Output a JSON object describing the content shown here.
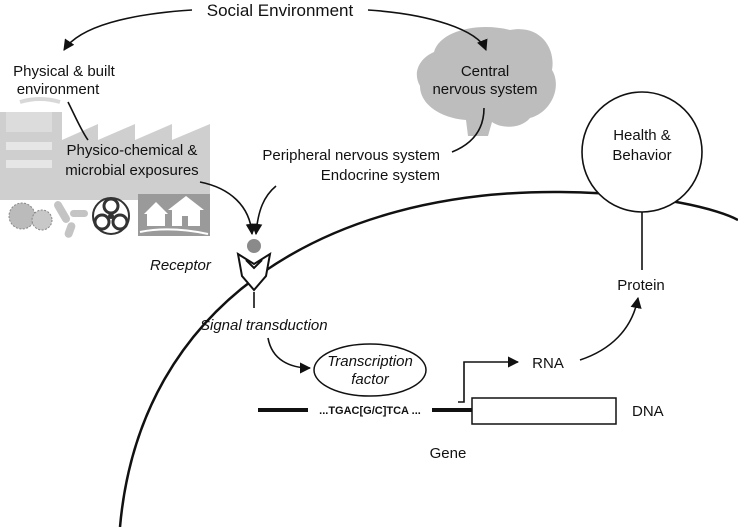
{
  "diagram": {
    "social_environment": "Social Environment",
    "physical_built": [
      "Physical & built",
      "environment"
    ],
    "central_nervous": [
      "Central",
      "nervous system"
    ],
    "exposures": [
      "Physico-chemical &",
      "microbial exposures"
    ],
    "peripheral": [
      "Peripheral nervous system",
      "Endocrine system"
    ],
    "health_behavior": [
      "Health &",
      "Behavior"
    ],
    "receptor": "Receptor",
    "signal_transduction": "Signal transduction",
    "transcription_factor": [
      "Transcription",
      "factor"
    ],
    "rna": "RNA",
    "protein": "Protein",
    "dna": "DNA",
    "sequence": "...TGAC[G/C]TCA ...",
    "gene": "Gene"
  }
}
